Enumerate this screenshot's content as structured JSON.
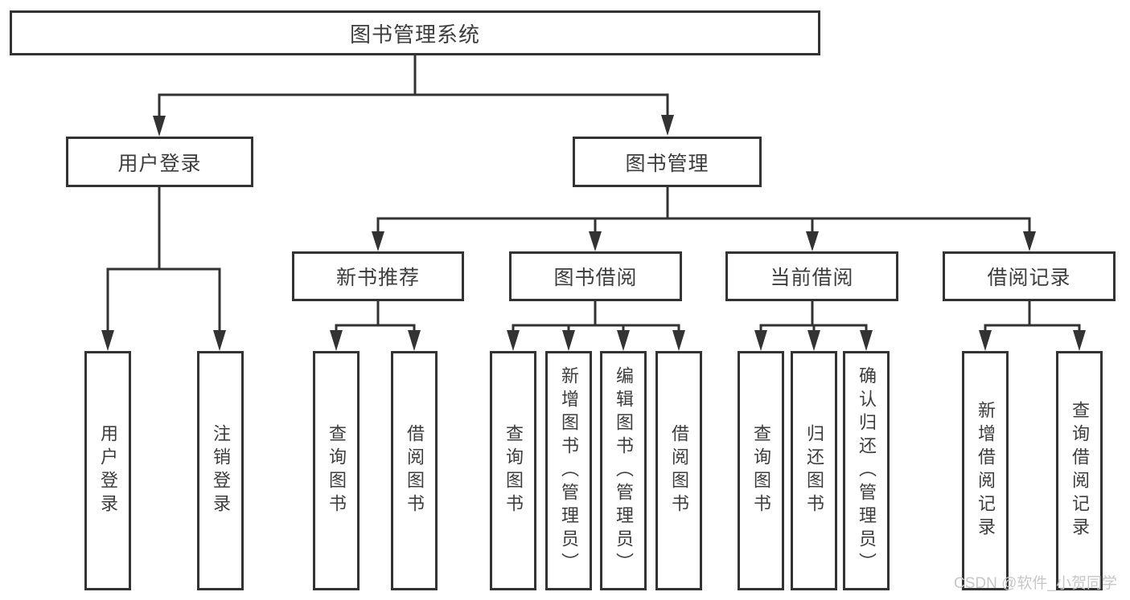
{
  "nodes": {
    "root": "图书管理系统",
    "user_login": "用户登录",
    "book_mgmt": "图书管理",
    "new_books": "新书推荐",
    "book_borrow": "图书借阅",
    "current_borrow": "当前借阅",
    "borrow_records": "借阅记录"
  },
  "leaves": {
    "user_login": [
      "用户登录",
      "注销登录"
    ],
    "new_books": [
      "查询图书",
      "借阅图书"
    ],
    "book_borrow": [
      "查询图书",
      "新增图书（管理员）",
      "编辑图书（管理员）",
      "借阅图书"
    ],
    "current_borrow": [
      "查询图书",
      "归还图书",
      "确认归还（管理员）"
    ],
    "borrow_records": [
      "新增借阅记录",
      "查询借阅记录"
    ]
  },
  "watermark": "CSDN @软件_小贺同学",
  "colors": {
    "line": "#333333",
    "text": "#3d3d3d",
    "watermark": "#c7c7c7",
    "background": "#ffffff"
  }
}
